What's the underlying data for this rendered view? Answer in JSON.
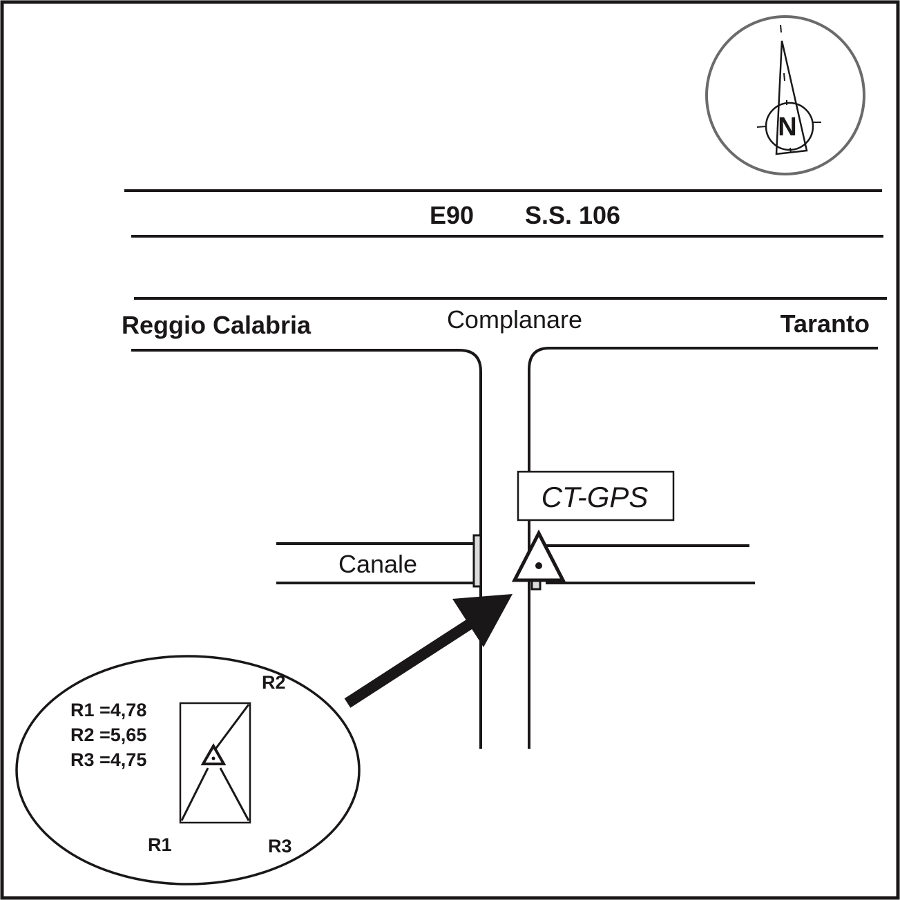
{
  "map": {
    "frame_color": "#1a1718",
    "compass": {
      "label": "N",
      "ring_color": "#6b6b6b"
    },
    "highway": {
      "code": "E90",
      "name": "S.S. 106"
    },
    "service_road": {
      "name": "Complanare",
      "west_destination": "Reggio Calabria",
      "east_destination": "Taranto"
    },
    "canal": {
      "name": "Canale",
      "bridge_fill": "#dcdcdc"
    },
    "station": {
      "code": "CT-GPS",
      "marker_icon": "triangulation-point-icon"
    },
    "detail_inset": {
      "references": [
        {
          "id": "R1",
          "label": "R1 =4,78",
          "distance": "4,78"
        },
        {
          "id": "R2",
          "label": "R2 =5,65",
          "distance": "5,65"
        },
        {
          "id": "R3",
          "label": "R3 =4,75",
          "distance": "4,75"
        }
      ],
      "corner_labels": {
        "r1": "R1",
        "r2": "R2",
        "r3": "R3"
      }
    }
  }
}
